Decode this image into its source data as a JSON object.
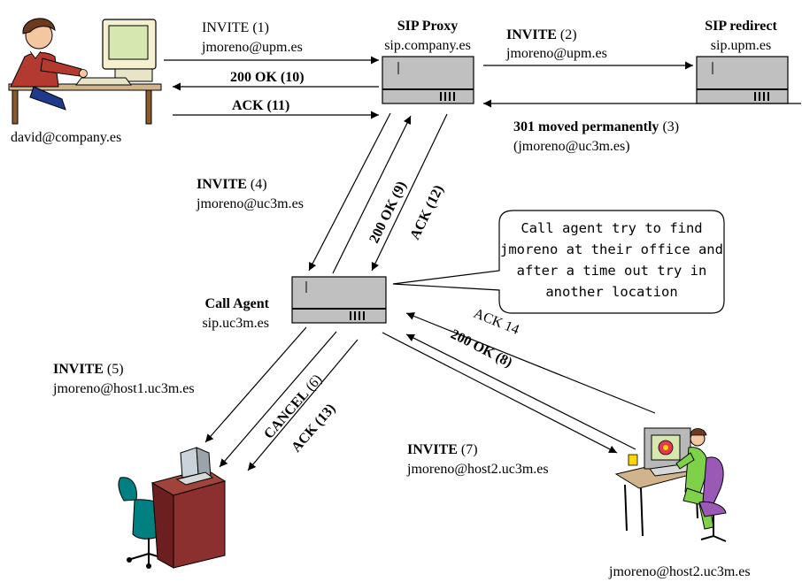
{
  "nodes": {
    "user_david": {
      "address": "david@company.es"
    },
    "sip_proxy": {
      "title": "SIP Proxy",
      "host": "sip.company.es"
    },
    "sip_redirect": {
      "title": "SIP redirect",
      "host": "sip.upm.es"
    },
    "call_agent": {
      "title": "Call Agent",
      "host": "sip.uc3m.es"
    },
    "host2_user": {
      "address": "jmoreno@host2.uc3m.es"
    }
  },
  "messages": {
    "m1": {
      "method": "INVITE",
      "step": "(1)",
      "target": "jmoreno@upm.es"
    },
    "m2": {
      "method": "INVITE",
      "step": "(2)",
      "target": "jmoreno@upm.es"
    },
    "m3": {
      "method": "301 moved permanently",
      "step": "(3)",
      "target": "(jmoreno@uc3m.es)"
    },
    "m4": {
      "method": "INVITE",
      "step": "(4)",
      "target": "jmoreno@uc3m.es"
    },
    "m5": {
      "method": "INVITE",
      "step": "(5)",
      "target": "jmoreno@host1.uc3m.es"
    },
    "m6": {
      "label": "CANCEL",
      "step": "(6)"
    },
    "m7": {
      "method": "INVITE",
      "step": "(7)",
      "target": "jmoreno@host2.uc3m.es"
    },
    "m8": {
      "label": "200 OK (8)"
    },
    "m9": {
      "label": "200 OK (9)"
    },
    "m10": {
      "label": "200 OK (10)"
    },
    "m11": {
      "label": "ACK (11)"
    },
    "m12": {
      "label": "ACK (12)"
    },
    "m13": {
      "label": "ACK (13)"
    },
    "m14": {
      "label": "ACK 14"
    }
  },
  "callout": {
    "lines": [
      "Call agent try to find",
      "jmoreno at their office and",
      "after a time out try in",
      "another location"
    ]
  },
  "colors": {
    "server_fill": "#c0c0c0",
    "desk_red": "#8b2f2f",
    "chair_teal": "#008080",
    "screen_green": "#d6e8b0",
    "shirt_green": "#7fd14a",
    "skin": "#f5c7a0",
    "hair_brown": "#6b3a1f"
  }
}
